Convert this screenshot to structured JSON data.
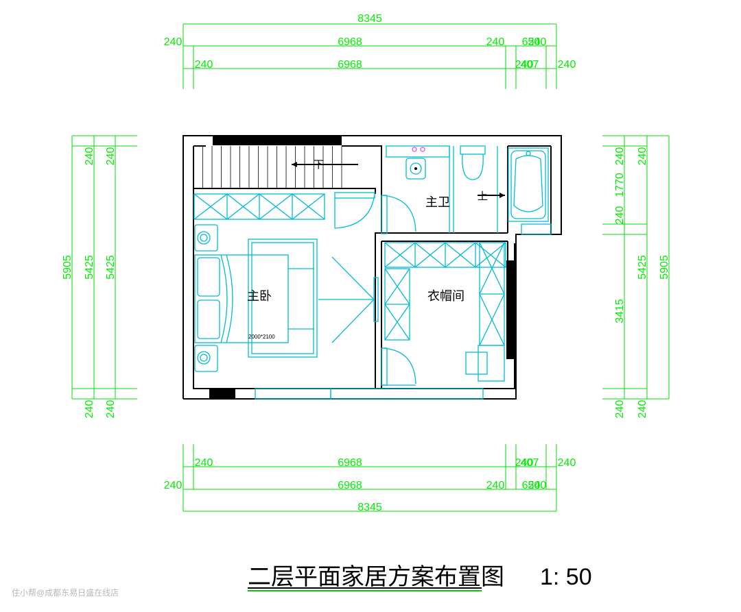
{
  "drawing": {
    "title": "二层平面家居方案布置图",
    "scale": "1: 50",
    "watermark": "住小帮@成都东易日盛在线店"
  },
  "rooms": {
    "master_bedroom": "主卧",
    "master_bath": "主卫",
    "cloakroom": "衣帽间"
  },
  "annotations": {
    "stair_down": "下",
    "step_up": "上",
    "bed_size": "2000*2100"
  },
  "dimensions": {
    "top": {
      "total": "8345",
      "r2_left": "240",
      "r2_mid": "6968",
      "r2_a": "240",
      "r2_b": "650",
      "r2_c": "240",
      "r3_left": "240",
      "r3_mid": "6968",
      "r3_a": "240",
      "r3_b": "407",
      "r3_c": "240"
    },
    "bottom": {
      "r1_left": "240",
      "r1_mid": "6968",
      "r1_a": "240",
      "r1_b": "407",
      "r1_c": "240",
      "r2_left": "240",
      "r2_mid": "6968",
      "r2_a": "240",
      "r2_b": "650",
      "r2_c": "240",
      "total": "8345"
    },
    "left": {
      "total": "5905",
      "mid1": "5425",
      "mid2": "5425",
      "t1": "240",
      "t2": "240",
      "b1": "240",
      "b2": "240"
    },
    "right": {
      "total": "5905",
      "mid": "5425",
      "seg_top1": "240",
      "seg_top2": "240",
      "seg_1770": "1770",
      "seg_240": "240",
      "seg_3415": "3415",
      "b1": "240",
      "b2": "240"
    }
  }
}
